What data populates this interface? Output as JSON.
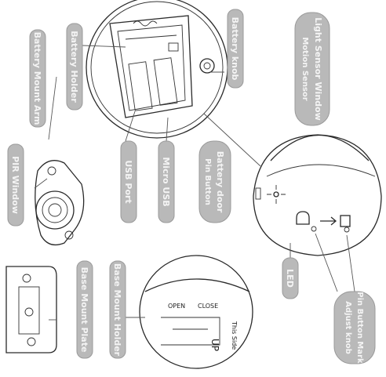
{
  "labels": {
    "battery_holder": "Battery Holder",
    "battery_mount_arm": "Battery Mount Arm",
    "pir_window": "PIR Window",
    "battery_door": "Battery door",
    "usb_port": "USB Port",
    "micro_usb": "Micro USB",
    "battery_knob": "Battery knob",
    "light_sensor_window": "Light Sensor Window",
    "motion_sensor": "Motion Sensor",
    "pin_button": "Pin Button",
    "led": "LED",
    "pin_button_mark": "Pin Button Mark",
    "adjust_knob": "Adjust knob",
    "base_mount_holder": "Base Mount Holder",
    "base_mount_plate": "Base Mount Plate"
  },
  "device_text": {
    "open": "OPEN",
    "close": "CLOSE",
    "this_side": "This Side",
    "up": "UP"
  },
  "colors": {
    "callout_fill": "#b9b9b9",
    "line": "#2a2a2a"
  }
}
